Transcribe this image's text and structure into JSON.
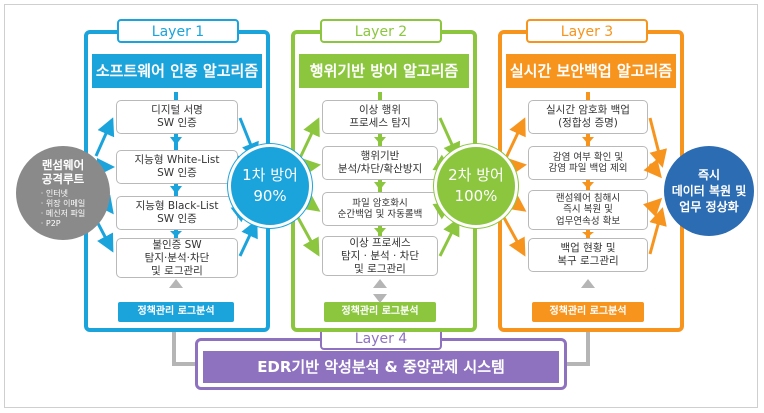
{
  "layers": [
    {
      "tab": "Layer 1",
      "title": "소프트웨어 인증 알고리즘",
      "log": "정책관리 로그분석",
      "steps": [
        [
          "디지털 서명",
          "SW 인증"
        ],
        [
          "지능형 White-List",
          "SW 인증"
        ],
        [
          "지능형 Black-List",
          "SW 인증"
        ],
        [
          "불인증 SW",
          "탐지·분석·차단",
          "및 로그관리"
        ]
      ]
    },
    {
      "tab": "Layer 2",
      "title": "행위기반 방어 알고리즘",
      "log": "정책관리 로그분석",
      "steps": [
        [
          "이상 행위",
          "프로세스 탐지"
        ],
        [
          "행위기반",
          "분석/차단/확산방지"
        ],
        [
          "파일 암호화시",
          "순간백업 및 자동롤백"
        ],
        [
          "이상 프로세스",
          "탐지 · 분석 · 차단",
          "및 로그관리"
        ]
      ]
    },
    {
      "tab": "Layer 3",
      "title": "실시간 보안백업 알고리즘",
      "log": "정책관리 로그분석",
      "steps": [
        [
          "실시간 암호화 백업",
          "(정합성 증명)"
        ],
        [
          "감염 여부 확인 및",
          "감염 파일 백업 제외"
        ],
        [
          "랜섬웨어 침해시",
          "즉시 복원 및",
          "업무연속성 확보"
        ],
        [
          "백업 현황 및",
          "복구 로그관리"
        ]
      ]
    }
  ],
  "attack": {
    "title": [
      "랜섬웨어",
      "공격루트"
    ],
    "items": [
      "· 인터넷",
      "· 위장 이메일",
      "· 메신저 파일",
      "· P2P"
    ]
  },
  "defense1": {
    "label": "1차 방어",
    "pct": "90%"
  },
  "defense2": {
    "label": "2차 방어",
    "pct": "100%"
  },
  "result": [
    "즉시",
    "데이터 복원 및",
    "업무 정상화"
  ],
  "layer4": {
    "tab": "Layer 4",
    "title": "EDR기반 악성분석 & 중앙관제 시스템"
  },
  "colors": {
    "blue": "#1ba3dc",
    "green": "#8cc63f",
    "orange": "#f7941d",
    "purple": "#8e72c0",
    "gray": "#b5b5b5",
    "navy": "#2b6cb3"
  }
}
